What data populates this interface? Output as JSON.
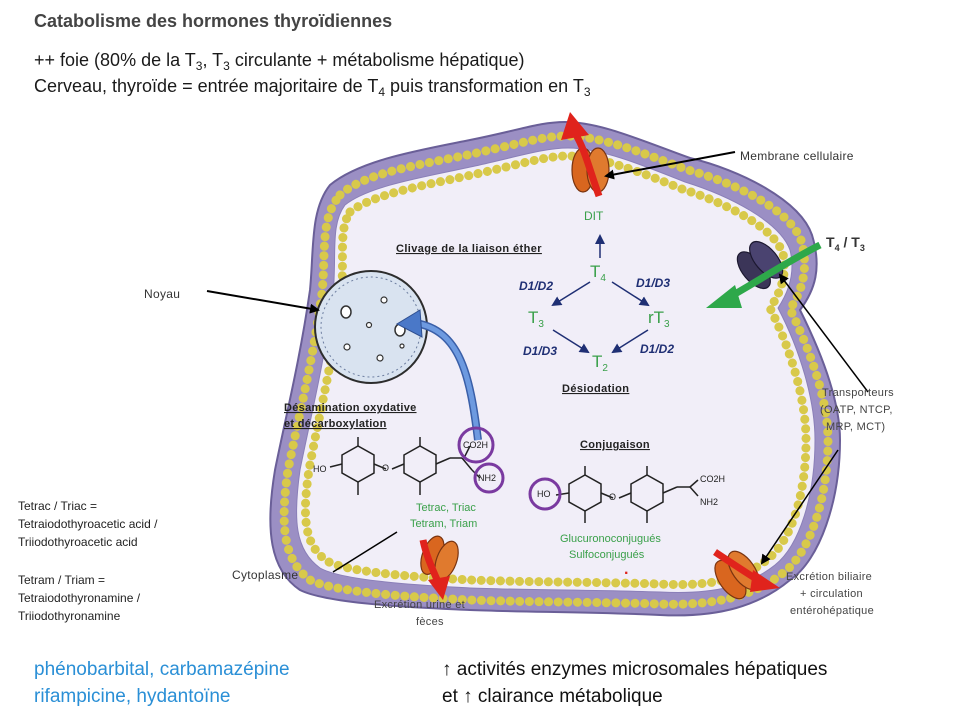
{
  "title": "Catabolisme des hormones thyroïdiennes",
  "subtitle_line1": "++ foie (80% de la T3, T3 circulante + métabolisme hépatique)",
  "subtitle_line2": "Cerveau, thyroïde = entrée majoritaire de T4 puis transformation en T3",
  "labels": {
    "membrane": "Membrane cellulaire",
    "t4_t3": "T4 / T3",
    "noyau": "Noyau",
    "transporteurs_1": "Transporteurs",
    "transporteurs_2": "(OATP, NTCP,",
    "transporteurs_3": "MRP, MCT)",
    "cytoplasme": "Cytoplasme",
    "dit": "DIT",
    "clivage": "Clivage de la liaison éther",
    "t4": "T4",
    "t3": "T3",
    "rt3": "rT3",
    "t2": "T2",
    "d1d2_top": "D1/D2",
    "d1d3_top": "D1/D3",
    "d1d3_bottom": "D1/D3",
    "d1d2_bottom": "D1/D2",
    "desiodation": "Désiodation",
    "desamination_1": "Désamination oxydative",
    "desamination_2": "et décarboxylation",
    "conjugaison": "Conjugaison",
    "tetrac_triac_1": "Tetrac, Triac",
    "tetrac_triac_2": "Tetram, Triam",
    "glucuro_1": "Glucuronoconjugués",
    "glucuro_2": "Sulfoconjugués",
    "excretion_urine_1": "Excrétion urine et",
    "excretion_urine_2": "fèces",
    "excretion_biliaire_1": "Excrétion biliaire",
    "excretion_biliaire_2": "+ circulation",
    "excretion_biliaire_3": "entérohépatique",
    "co2h": "CO2H",
    "nh2": "NH2",
    "ho": "HO",
    "bullet": "·"
  },
  "side_note": {
    "line1": "Tetrac / Triac =",
    "line2": "Tetraiodothyroacetic acid /",
    "line3": "Triiodothyroacetic acid",
    "line4": "Tetram / Triam =",
    "line5": "Tetraiodothyronamine /",
    "line6": "Triiodothyronamine"
  },
  "footer": {
    "drugs_line1": "phénobarbital, carbamazépine",
    "drugs_line2": "rifampicine, hydantoïne",
    "effect_line1": "↑ activités enzymes microsomales hépatiques",
    "effect_line2": "et ↑ clairance métabolique"
  },
  "colors": {
    "membrane_purple": "#9b8fc4",
    "cytoplasm": "#f1eef8",
    "lipid_head": "#f3e98c",
    "nucleus": "#d9e3f0",
    "green_text": "#3aa04a",
    "navy_text": "#1f2f74",
    "arrow_red": "#e0231c",
    "arrow_green": "#2ea84a",
    "arrow_blue": "#4a78c8",
    "transporter_orange": "#d9661f",
    "transporter_dark": "#3b3558",
    "drug_text": "#2a8fd6",
    "circle_purple": "#7a3aa0"
  }
}
